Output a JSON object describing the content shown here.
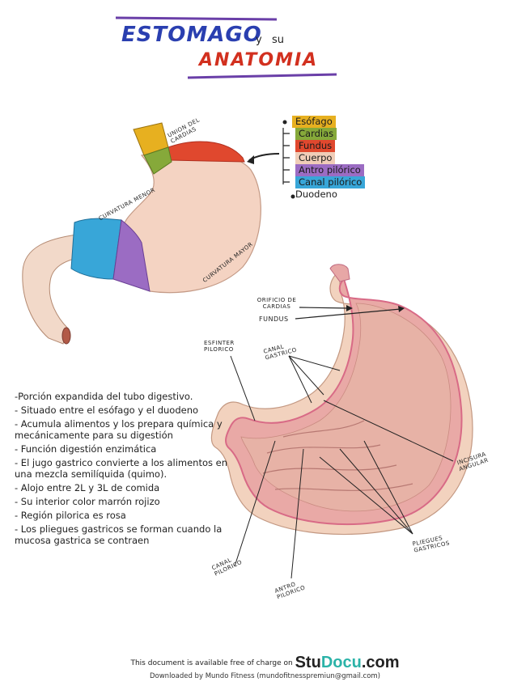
{
  "title": {
    "line1": "ESTOMAGO",
    "y": "y",
    "su": "su",
    "line2": "ANATOMIA"
  },
  "legend": {
    "items": [
      {
        "label": "Esófago",
        "color": "#e7b020"
      },
      {
        "label": "Cardias",
        "color": "#86a93a"
      },
      {
        "label": "Fundus",
        "color": "#e0482e"
      },
      {
        "label": "Cuerpo",
        "color": "#f0cdb8"
      },
      {
        "label": "Antro pilórico",
        "color": "#9b6cc3"
      },
      {
        "label": "Canal pilórico",
        "color": "#38a6d8"
      },
      {
        "label": "Duodeno",
        "color": "#ffffff"
      }
    ]
  },
  "diagram1": {
    "label_union": "UNION DEL CARDIAS",
    "label_curv_menor": "CURVATURA MENOR",
    "label_curv_mayor": "CURVATURA MAYOR"
  },
  "diagram2": {
    "label_orificio": "ORIFICIO DE CARDIAS",
    "label_fundus": "FUNDUS",
    "label_esfinter": "ESFINTER PILORICO",
    "label_canal_gastrico": "CANAL GASTRICO",
    "label_incisura": "INCISURA ANGULAR",
    "label_pliegues": "PLIEGUES GASTRICOS",
    "label_canal_pilorico": "CANAL PILORICO",
    "label_antro": "ANTRO PILORICO"
  },
  "notes": [
    "-Porción expandida del tubo digestivo.",
    "- Situado entre el esófago y el duodeno",
    "- Acumula alimentos y los prepara química y mecánicamente para su digestión",
    "- Función digestión enzimática",
    "- El jugo gastrico convierte a los alimentos en una mezcla semilíquida (quimo).",
    "- Alojo entre 2L y 3L de comida",
    "- Su interior color marrón rojizo",
    "- Región pilorica es rosa",
    "- Los pliegues gastricos se forman cuando la mucosa gastrica se contraen"
  ],
  "footer": {
    "available_text": "This document is available free of charge on",
    "brand_a": "Stu",
    "brand_b": "Docu",
    "brand_c": ".com",
    "downloaded_text": "Downloaded by Mundo Fitness (mundofitnesspremiun@gmail.com)"
  }
}
